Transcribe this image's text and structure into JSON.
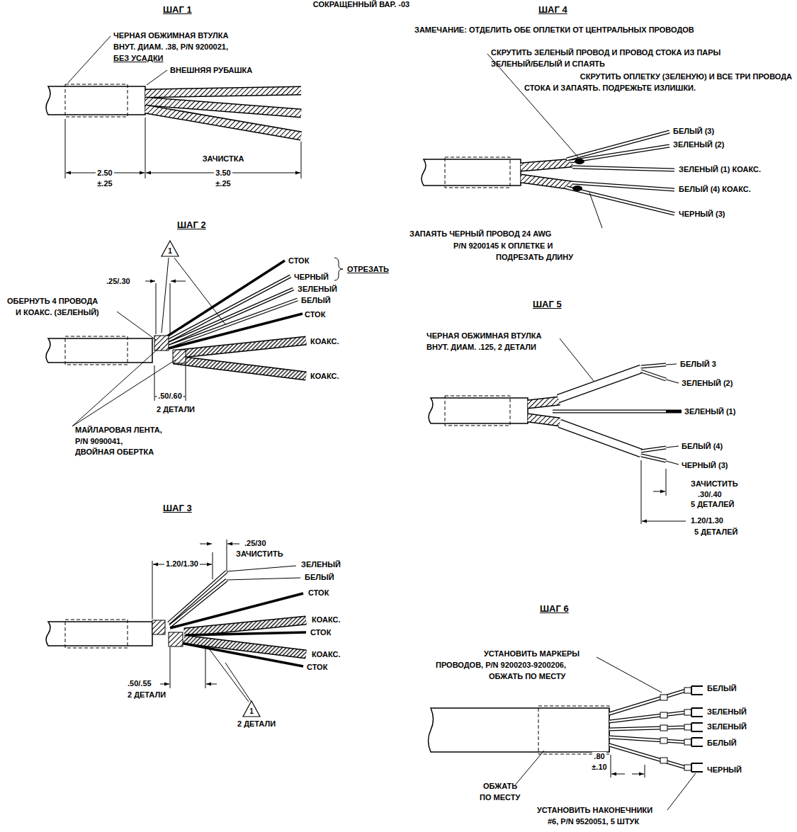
{
  "diagram": {
    "title": "СОКРАЩЕННЫЙ ВАР. -03",
    "labels": [
      "ШАГ 1",
      "ЧЕРНАЯ ОБЖИМНАЯ ВТУЛКА",
      "ВНУТ. ДИАМ. .38, P/N 9200021,",
      "БЕЗ УСАДКИ",
      "ВНЕШНЯЯ РУБАШКА",
      "ЗАЧИСТКА",
      "2.50",
      "±.25",
      "3.50",
      "±.25",
      "ШАГ 2",
      "1",
      "СТОК",
      "ОТРЕЗАТЬ",
      "ЧЕРНЫЙ",
      "ЗЕЛЕНЫЙ",
      "БЕЛЫЙ",
      "СТОК",
      "КОАКС.",
      "КОАКС.",
      ".25/.30",
      "ОБЕРНУТЬ 4 ПРОВОДА",
      "И КОАКС. (ЗЕЛЕНЫЙ)",
      ".50/.60",
      "2 ДЕТАЛИ",
      "МАЙЛАРОВАЯ ЛЕНТА,",
      "P/N 9090041,",
      "ДВОЙНАЯ ОБЕРТКА",
      "ШАГ 3",
      ".25/30",
      "ЗАЧИСТИТЬ",
      "1.20/1.30",
      "ЗЕЛЕНЫЙ",
      "БЕЛЫЙ",
      "СТОК",
      "КОАКС.",
      "СТОК",
      "КОАКС.",
      "СТОК",
      ".50/.55",
      "2 ДЕТАЛИ",
      "1",
      "2 ДЕТАЛИ",
      "ШАГ 4",
      "ЗАМЕЧАНИЕ: ОТДЕЛИТЬ ОБЕ ОПЛЕТКИ ОТ ЦЕНТРАЛЬНЫХ ПРОВОДОВ",
      "СКРУТИТЬ ЗЕЛЕНЫЙ ПРОВОД И ПРОВОД СТОКА ИЗ ПАРЫ",
      "ЗЕЛЕНЫЙ/БЕЛЫЙ И СПАЯТЬ",
      "СКРУТИТЬ ОПЛЕТКУ (ЗЕЛЕНУЮ) И ВСЕ ТРИ ПРОВОДА",
      "СТОКА И ЗАПАЯТЬ. ПОДРЕЖЬТЕ ИЗЛИШКИ.",
      "БЕЛЫЙ (3)",
      "ЗЕЛЕНЫЙ (2)",
      "ЗЕЛЕНЫЙ (1) КОАКС.",
      "БЕЛЫЙ (4) КОАКС.",
      "ЧЕРНЫЙ (3)",
      "ЗАПАЯТЬ ЧЕРНЫЙ ПРОВОД 24 AWG",
      "P/N 9200145 К ОПЛЕТКЕ И",
      "ПОДРЕЗАТЬ ДЛИНУ",
      "ШАГ 5",
      "ЧЕРНАЯ ОБЖИМНАЯ ВТУЛКА",
      "ВНУТ. ДИАМ. .125, 2 ДЕТАЛИ",
      "БЕЛЫЙ 3",
      "ЗЕЛЕНЫЙ (2)",
      "ЗЕЛЕНЫЙ (1)",
      "БЕЛЫЙ (4)",
      "ЧЕРНЫЙ (3)",
      "ЗАЧИСТИТЬ",
      ".30/.40",
      "5 ДЕТАЛЕЙ",
      "1.20/1.30",
      "5 ДЕТАЛЕЙ",
      "ШАГ 6",
      "УСТАНОВИТЬ МАРКЕРЫ",
      "ПРОВОДОВ, P/N 9200203-9200206,",
      "ОБЖАТЬ ПО МЕСТУ",
      "БЕЛЫЙ",
      "ЗЕЛЕНЫЙ",
      "ЗЕЛЕНЫЙ",
      "БЕЛЫЙ",
      "ЧЕРНЫЙ",
      ".80",
      "±.10",
      "ОБЖАТЬ",
      "ПО МЕСТУ",
      "УСТАНОВИТЬ НАКОНЕЧНИКИ",
      "#6, P/N 9520051, 5 ШТУК"
    ]
  }
}
